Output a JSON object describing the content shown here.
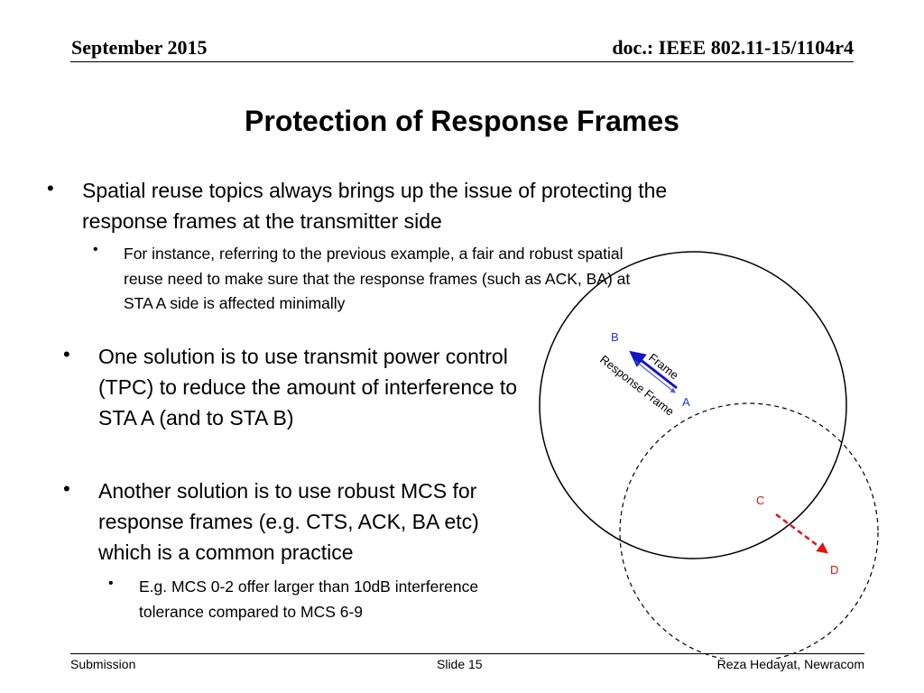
{
  "header": {
    "date": "September 2015",
    "doc_id": "doc.: IEEE 802.11-15/1104r4"
  },
  "title": "Protection of Response Frames",
  "bullets": {
    "b1": "Spatial reuse topics always brings up the issue of protecting the response frames at the transmitter side",
    "b1_sub": "For instance, referring to the previous example, a fair and robust spatial reuse need to make sure that the response frames (such as ACK, BA) at STA A side is affected minimally",
    "b2": "One solution is to use transmit power control (TPC) to reduce the amount of interference to STA A (and to STA B)",
    "b3": "Another solution is to use robust MCS for response frames (e.g. CTS, ACK, BA etc) which is a common practice",
    "b3_sub": "E.g. MCS 0-2 offer larger than 10dB interference tolerance compared to MCS 6-9",
    "marker": "•"
  },
  "diagram": {
    "label_b": "B",
    "label_a": "A",
    "label_c": "C",
    "label_d": "D",
    "label_frame": "Frame",
    "label_response": "Response Frame",
    "colors": {
      "sta_ab": "#1f3ad6",
      "sta_cd": "#e01010",
      "frame_arrow": "#1414c8",
      "response_arrow": "#5a5ad8",
      "interference_arrow": "#e01414"
    }
  },
  "footer": {
    "left": "Submission",
    "center": "Slide 15",
    "right": "Reza Hedayat, Newracom"
  }
}
